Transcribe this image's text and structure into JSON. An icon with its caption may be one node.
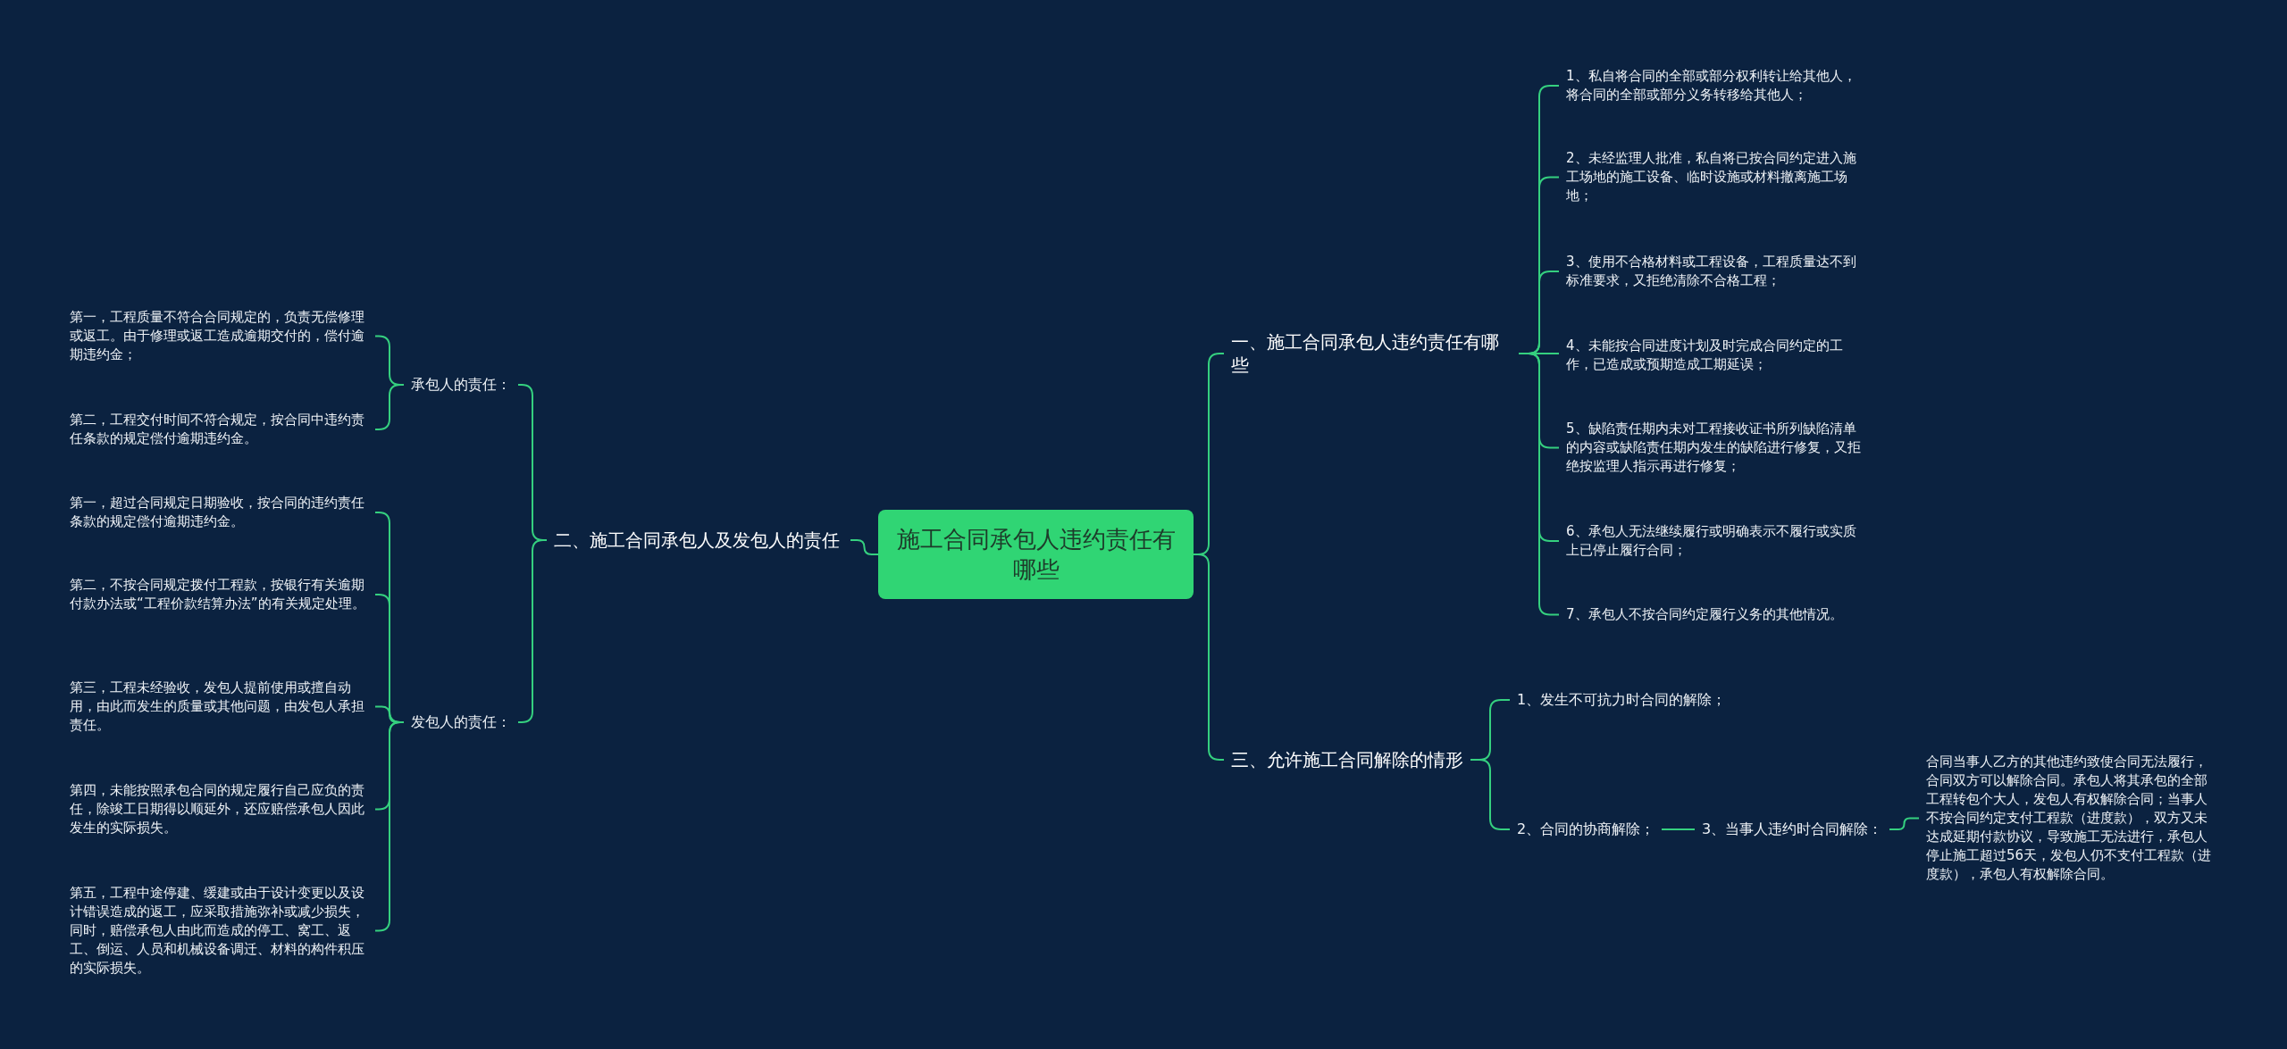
{
  "diagram": {
    "nodes": [
      {
        "text": [
          "施工合同承包人违约责任有哪些"
        ]
      },
      {
        "text": [
          "二、施工合同承包人及发包人的责任"
        ]
      },
      {
        "text": [
          "承包人的责任："
        ]
      },
      {
        "text": [
          "第一，工程质量不符合合同规定的，负责无偿修理或返工。由于修理或返工造成逾期交付的，偿付逾期违约金；"
        ]
      },
      {
        "text": [
          "第二，工程交付时间不符合规定，按合同中违约责任条款的规定偿付逾期违约金。"
        ]
      },
      {
        "text": [
          "发包人的责任："
        ]
      },
      {
        "text": [
          "第一，超过合同规定日期验收，按合同的违约责任条款的规定偿付逾期违约金。"
        ]
      },
      {
        "text": [
          "第二，不按合同规定拨付工程款，按银行有关逾期付款办法或“工程价款结算办法”的有关规定处理。"
        ]
      },
      {
        "text": [
          "第三，工程未经验收，发包人提前使用或擅自动用，由此而发生的质量或其他问题，由发包人承担责任。"
        ]
      },
      {
        "text": [
          "第四，未能按照承包合同的规定履行自己应负的责任，除竣工日期得以顺延外，还应赔偿承包人因此发生的实际损失。"
        ]
      },
      {
        "text": [
          "第五，工程中途停建、缓建或由于设计变更以及设计错误造成的返工，应采取措施弥补或减少损失，同时，赔偿承包人由此而造成的停工、窝工、返工、倒运、人员和机械设备调迁、材料的构件积压的实际损失。"
        ]
      },
      {
        "text": [
          "一、施工合同承包人违约责任有哪些"
        ]
      },
      {
        "text": [
          "1、私自将合同的全部或部分权利转让给其他人，将合同的全部或部分义务转移给其他人；"
        ]
      },
      {
        "text": [
          "2、未经监理人批准，私自将已按合同约定进入施工场地的施工设备、临时设施或材料撤离施工场地；"
        ]
      },
      {
        "text": [
          "3、使用不合格材料或工程设备，工程质量达不到标准要求，又拒绝清除不合格工程；"
        ]
      },
      {
        "text": [
          "4、未能按合同进度计划及时完成合同约定的工作，已造成或预期造成工期延误；"
        ]
      },
      {
        "text": [
          "5、缺陷责任期内未对工程接收证书所列缺陷清单的内容或缺陷责任期内发生的缺陷进行修复，又拒绝按监理人指示再进行修复；"
        ]
      },
      {
        "text": [
          "6、承包人无法继续履行或明确表示不履行或实质上已停止履行合同；"
        ]
      },
      {
        "text": [
          "7、承包人不按合同约定履行义务的其他情况。"
        ]
      },
      {
        "text": [
          "三、允许施工合同解除的情形"
        ]
      },
      {
        "text": [
          "1、发生不可抗力时合同的解除；"
        ]
      },
      {
        "text": [
          "2、合同的协商解除；"
        ]
      },
      {
        "text": [
          "3、当事人违约时合同解除："
        ]
      },
      {
        "text": [
          "合同当事人乙方的其他违约致使合同无法履行，合同双方可以解除合同。承包人将其承包的全部工程转包个大人，发包人有权解除合同；当事人不按合同约定支付工程款（进度款），双方又未达成延期付款协议，导致施工无法进行，承包人停止施工超过56天，发包人仍不支付工程款（进度款），承包人有权解除合同。"
        ]
      }
    ],
    "edges": [
      {
        "from": 0,
        "to": 1,
        "arrow": "none"
      },
      {
        "from": 1,
        "to": 2,
        "arrow": "none"
      },
      {
        "from": 2,
        "to": 3,
        "arrow": "none"
      },
      {
        "from": 2,
        "to": 4,
        "arrow": "none"
      },
      {
        "from": 1,
        "to": 5,
        "arrow": "none"
      },
      {
        "from": 5,
        "to": 6,
        "arrow": "none"
      },
      {
        "from": 5,
        "to": 7,
        "arrow": "none"
      },
      {
        "from": 5,
        "to": 8,
        "arrow": "none"
      },
      {
        "from": 5,
        "to": 9,
        "arrow": "none"
      },
      {
        "from": 5,
        "to": 10,
        "arrow": "none"
      },
      {
        "from": 0,
        "to": 11,
        "arrow": "none"
      },
      {
        "from": 11,
        "to": 12,
        "arrow": "none"
      },
      {
        "from": 11,
        "to": 13,
        "arrow": "none"
      },
      {
        "from": 11,
        "to": 14,
        "arrow": "none"
      },
      {
        "from": 11,
        "to": 15,
        "arrow": "none"
      },
      {
        "from": 11,
        "to": 16,
        "arrow": "none"
      },
      {
        "from": 11,
        "to": 17,
        "arrow": "none"
      },
      {
        "from": 11,
        "to": 18,
        "arrow": "none"
      },
      {
        "from": 0,
        "to": 19,
        "arrow": "none"
      },
      {
        "from": 19,
        "to": 20,
        "arrow": "none"
      },
      {
        "from": 19,
        "to": 21,
        "arrow": "none"
      },
      {
        "from": 21,
        "to": 22,
        "arrow": "none"
      },
      {
        "from": 22,
        "to": 23,
        "arrow": "none"
      }
    ]
  }
}
